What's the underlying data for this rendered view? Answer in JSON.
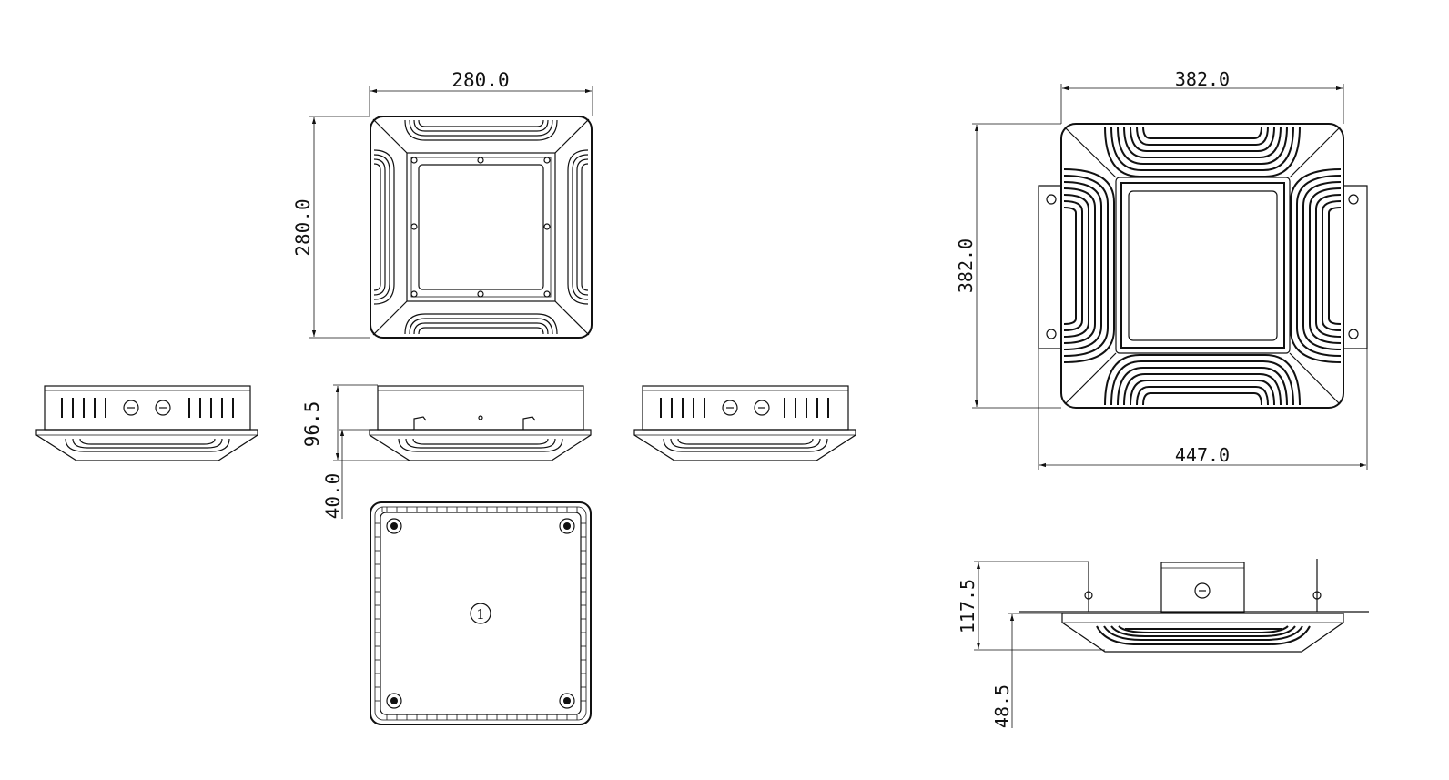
{
  "dimensions": {
    "left_width": "280.0",
    "left_height": "280.0",
    "left_side_height": "96.5",
    "left_lens_height": "40.0",
    "right_width": "382.0",
    "right_height": "382.0",
    "right_bracket_width": "447.0",
    "right_side_height": "117.5",
    "right_lens_height": "48.5"
  },
  "labels": {
    "rear_marker": "1"
  },
  "colors": {
    "line": "#111111",
    "background": "#ffffff"
  }
}
